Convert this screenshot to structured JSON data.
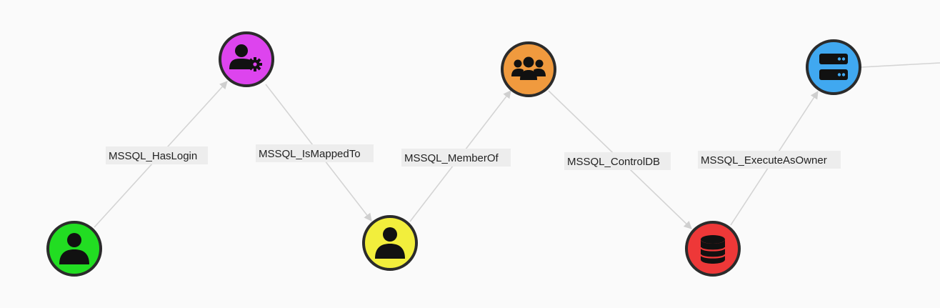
{
  "colors": {
    "edge": "#d4d4d4",
    "node_border": "#2b2b2b",
    "label_bg": "#ededed",
    "background": "#fafafa"
  },
  "nodes": [
    {
      "id": "login",
      "kind": "MSSQL_Login",
      "icon": "user-gear-icon",
      "color": "#dd44ee"
    },
    {
      "id": "user",
      "kind": "User",
      "icon": "user-icon",
      "color": "#22dd22"
    },
    {
      "id": "dbuser",
      "kind": "MSSQL_DatabaseUser",
      "icon": "user-icon",
      "color": "#f2ee3c"
    },
    {
      "id": "dbrole",
      "kind": "MSSQL_DatabaseRole",
      "icon": "users-icon",
      "color": "#f09a3e"
    },
    {
      "id": "database",
      "kind": "MSSQL_Database",
      "icon": "database-icon",
      "color": "#ee3838"
    },
    {
      "id": "server",
      "kind": "MSSQL_Server",
      "icon": "server-icon",
      "color": "#40a8f0"
    }
  ],
  "edges": [
    {
      "label": "MSSQL_HasLogin"
    },
    {
      "label": "MSSQL_IsMappedTo"
    },
    {
      "label": "MSSQL_MemberOf"
    },
    {
      "label": "MSSQL_ControlDB"
    },
    {
      "label": "MSSQL_ExecuteAsOwner"
    }
  ]
}
